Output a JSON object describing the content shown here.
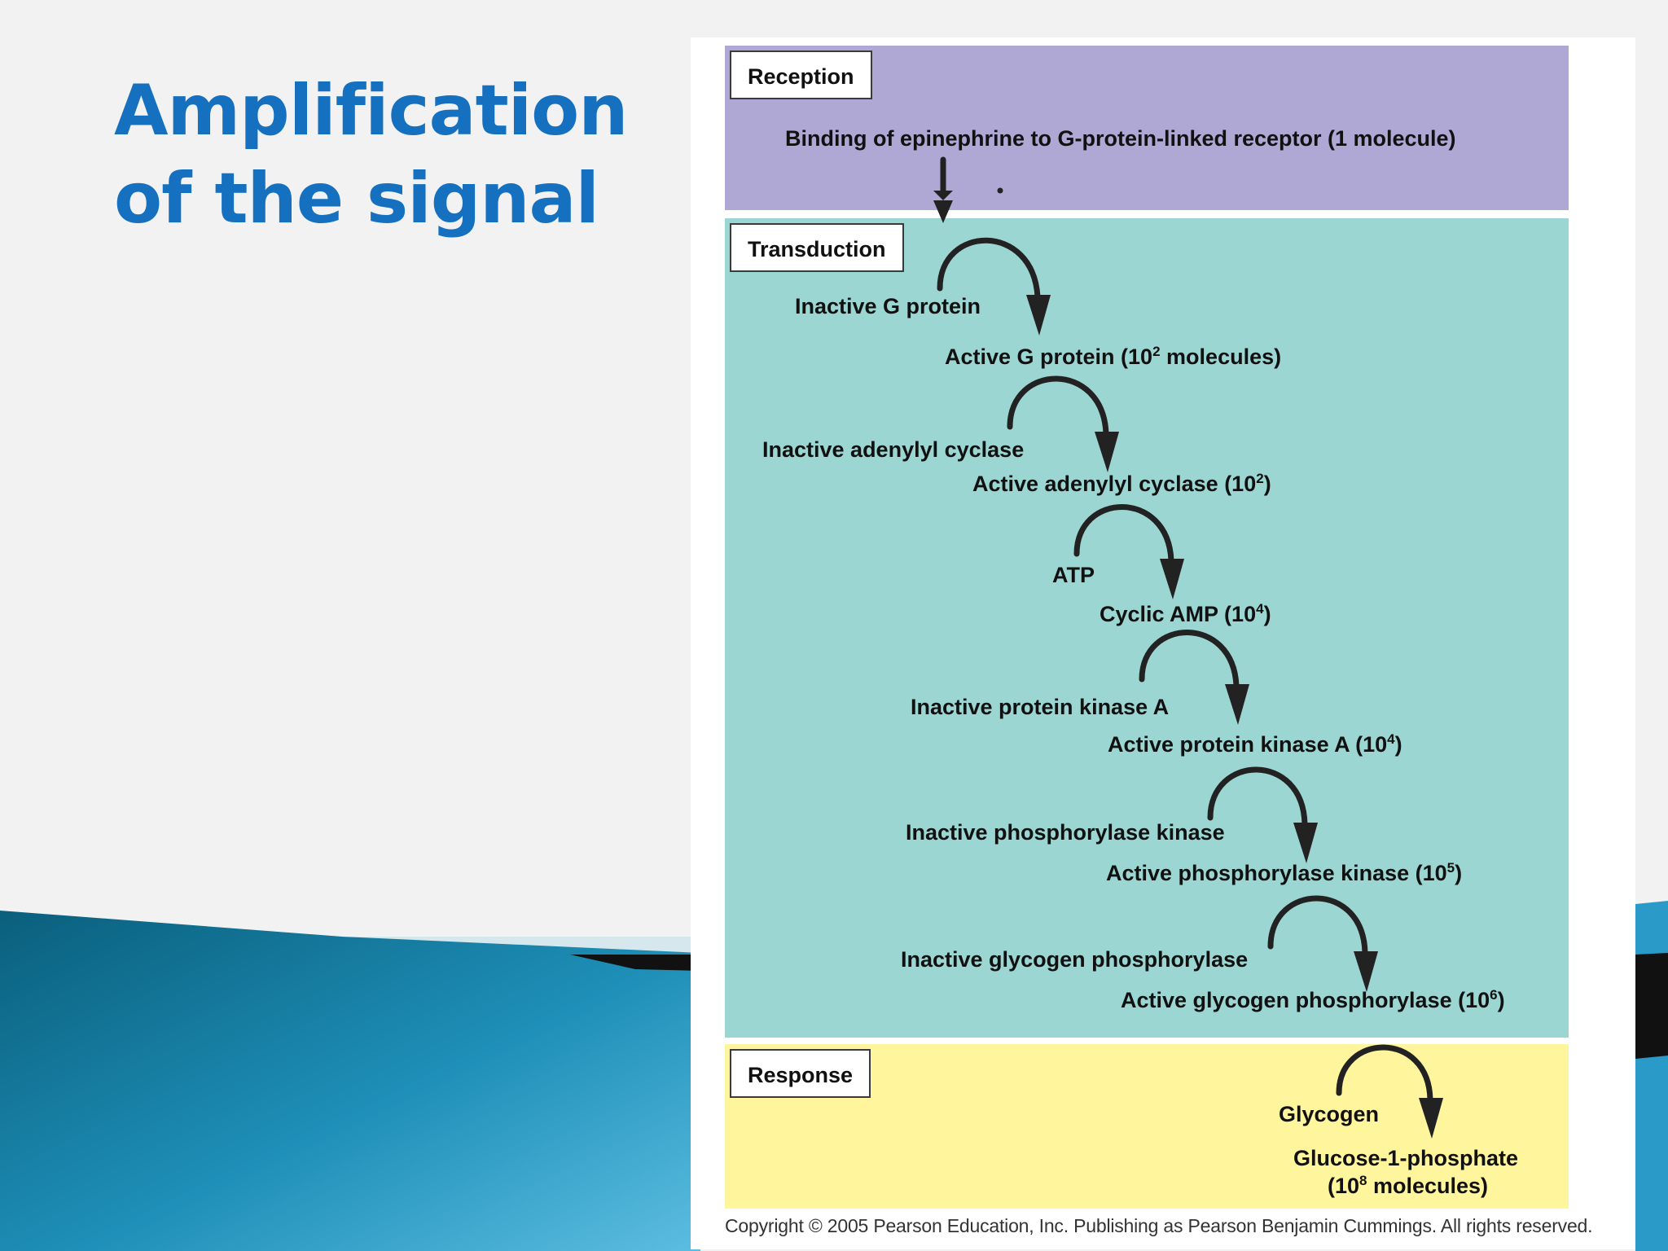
{
  "slide": {
    "title_line1": "Amplification",
    "title_line2": "of the signal"
  },
  "colors": {
    "title": "#1570c0",
    "reception_bg": "#b0a8d4",
    "transduction_bg": "#9cd6d3",
    "response_bg": "#fff59c",
    "arrow": "#222222"
  },
  "stages": {
    "reception": "Reception",
    "transduction": "Transduction",
    "response": "Response"
  },
  "molecules": {
    "binding": "Binding of epinephrine to G-protein-linked receptor (1 molecule)",
    "inactive_g": "Inactive G protein",
    "active_g": {
      "text": "Active G protein (10",
      "exp": "2",
      "tail": " molecules)"
    },
    "inactive_ac": "Inactive adenylyl cyclase",
    "active_ac": {
      "text": "Active adenylyl cyclase (10",
      "exp": "2",
      "tail": ")"
    },
    "atp": "ATP",
    "camp": {
      "text": "Cyclic AMP (10",
      "exp": "4",
      "tail": ")"
    },
    "inactive_pka": "Inactive protein kinase A",
    "active_pka": {
      "text": "Active protein kinase A (10",
      "exp": "4",
      "tail": ")"
    },
    "inactive_phk": "Inactive phosphorylase kinase",
    "active_phk": {
      "text": "Active phosphorylase kinase (10",
      "exp": "5",
      "tail": ")"
    },
    "inactive_gp": "Inactive glycogen phosphorylase",
    "active_gp": {
      "text": "Active glycogen phosphorylase (10",
      "exp": "6",
      "tail": ")"
    },
    "glycogen": "Glycogen",
    "g1p_line1": "Glucose-1-phosphate",
    "g1p_line2": {
      "text": "(10",
      "exp": "8",
      "tail": " molecules)"
    }
  },
  "copyright": "Copyright © 2005 Pearson Education, Inc. Publishing as Pearson Benjamin Cummings. All rights reserved."
}
